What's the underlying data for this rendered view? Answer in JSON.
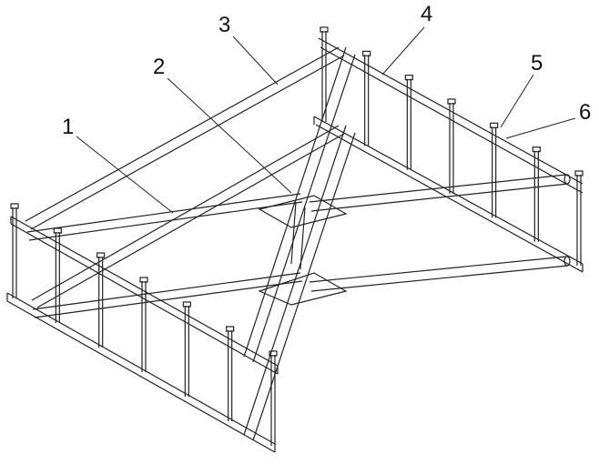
{
  "figure": {
    "labels": [
      {
        "id": "1",
        "text": "1"
      },
      {
        "id": "2",
        "text": "2"
      },
      {
        "id": "3",
        "text": "3"
      },
      {
        "id": "4",
        "text": "4"
      },
      {
        "id": "5",
        "text": "5"
      },
      {
        "id": "6",
        "text": "6"
      }
    ]
  }
}
